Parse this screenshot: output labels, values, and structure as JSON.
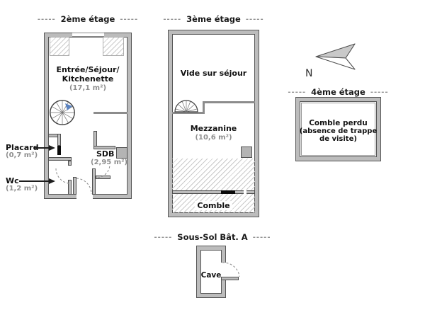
{
  "diagram": {
    "type": "apartment-floor-plan",
    "floors": {
      "second": {
        "title": "2ème étage",
        "dash": "-----",
        "main_room": {
          "name_line1": "Entrée/Séjour/",
          "name_line2": "Kitchenette",
          "area": "(17,1 m²)"
        },
        "placard": {
          "name": "Placard",
          "area": "(0,7 m²)"
        },
        "wc": {
          "name": "Wc",
          "area": "(1,2 m²)"
        },
        "sdb": {
          "name": "SDB",
          "area": "(2,95 m²)"
        }
      },
      "third": {
        "title": "3ème étage",
        "dash": "-----",
        "void_room": {
          "name": "Vide sur séjour"
        },
        "mezzanine": {
          "name": "Mezzanine",
          "area": "(10,6 m²)"
        },
        "comble": {
          "name": "Comble"
        }
      },
      "fourth": {
        "title": "4ème étage",
        "dash": "-----",
        "room": {
          "line1": "Comble perdu",
          "line2": "(absence de trappe",
          "line3": "de visite)"
        }
      },
      "basement": {
        "title": "Sous-Sol Bât. A",
        "dash": "-----",
        "cave": {
          "name": "Cave"
        }
      }
    },
    "compass": {
      "label": "N"
    },
    "colors": {
      "wall_fill": "#bcbcbc",
      "wall_edge": "#565656",
      "area_text": "#8f8f8f",
      "stair_arrow_blue": "#5b83c0",
      "north_arrow_fill": "#c9c9c9"
    }
  }
}
